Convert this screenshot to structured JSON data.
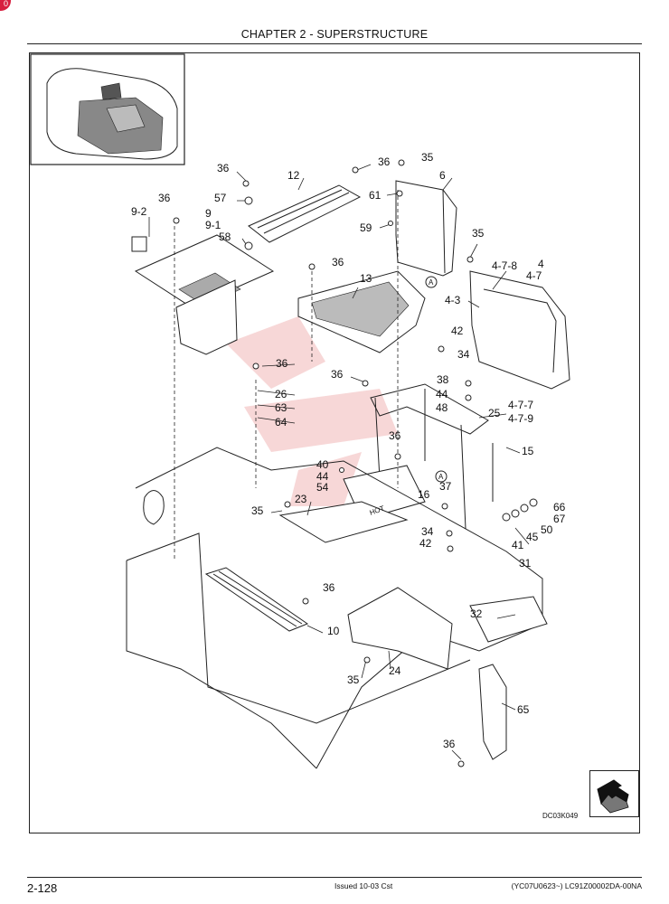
{
  "header": {
    "chapter_title": "CHAPTER 2 - SUPERSTRUCTURE"
  },
  "diagram": {
    "figure_code": "DC03K049",
    "circle_marker": "A",
    "labels": {
      "l36a": "36",
      "l12": "12",
      "l36b": "36",
      "l35a": "35",
      "l6": "6",
      "l36c": "36",
      "l57": "57",
      "l61": "61",
      "l9_2": "9-2",
      "l9": "9",
      "l9_1": "9-1",
      "l58": "58",
      "l59": "59",
      "l35b": "35",
      "l4_7_8": "4-7-8",
      "l4": "4",
      "l4_7": "4-7",
      "l36d": "36",
      "l13": "13",
      "l4_3": "4-3",
      "l42a": "42",
      "l34a": "34",
      "l36e": "36",
      "l38": "38",
      "l36f": "36",
      "l26": "26",
      "l44a": "44",
      "l48": "48",
      "l63": "63",
      "l64": "64",
      "l25": "25",
      "l4_7_7": "4-7-7",
      "l4_7_9": "4-7-9",
      "l15": "15",
      "l36g": "36",
      "l40": "40",
      "l44b": "44",
      "l54": "54",
      "l37": "37",
      "l16": "16",
      "l23": "23",
      "l35c": "35",
      "l66": "66",
      "l67": "67",
      "l50": "50",
      "l45": "45",
      "l41": "41",
      "l34b": "34",
      "l42b": "42",
      "l31": "31",
      "l36h": "36",
      "l32": "32",
      "l10": "10",
      "l24": "24",
      "l35d": "35",
      "l65": "65",
      "l36i": "36",
      "hot_text": "HOT"
    }
  },
  "badge": {
    "text": "0"
  },
  "footer": {
    "page_number": "2-128",
    "issued": "Issued 10-03   Cst",
    "doc_code": "(YC07U0623~)   LC91Z00002DA-00NA"
  }
}
